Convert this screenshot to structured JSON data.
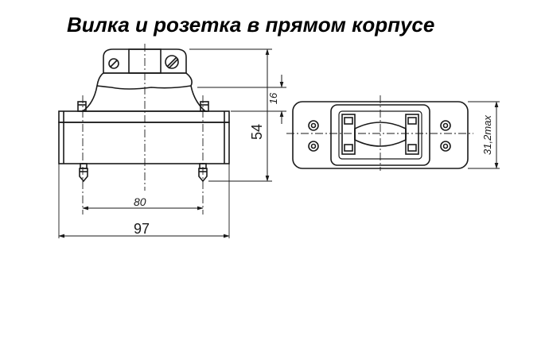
{
  "title": "Вилка и розетка в прямом корпусе",
  "dimensions": {
    "width_body": "97",
    "pin_spacing": "80",
    "total_height": "54",
    "cap_height": "16",
    "plan_width": "31,2max"
  },
  "colors": {
    "ink": "#1a1a1a",
    "background": "#ffffff"
  }
}
